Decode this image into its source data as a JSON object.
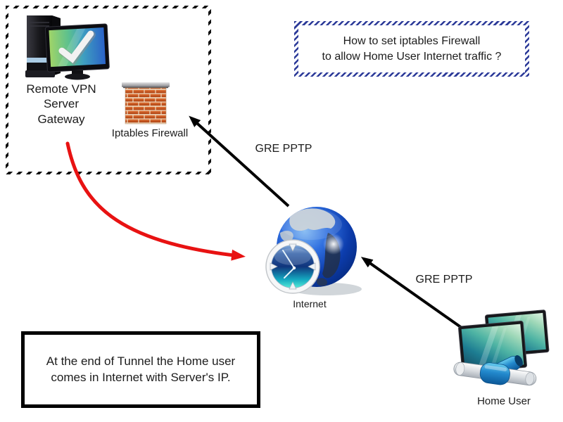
{
  "diagram": {
    "question_box": {
      "text": "How to set iptables Firewall\nto allow Home User Internet traffic ?",
      "border_color": "#2c3a98"
    },
    "note_box": {
      "text": "At the end of Tunnel the Home user\ncomes in Internet with Server's IP.",
      "border_color": "#000000"
    },
    "vpn_zone": {
      "server_label": "Remote VPN\nServer\nGateway",
      "firewall_label": "Iptables Firewall",
      "icons": {
        "server": "desktop-computer-with-checkmark",
        "firewall": "brick-wall"
      }
    },
    "internet": {
      "label": "Internet",
      "icon": "blue-globe-with-clock"
    },
    "home_user": {
      "label": "Home User",
      "icon": "dual-monitors-with-network-pipe"
    }
  },
  "arrows": [
    {
      "label": "GRE PPTP",
      "from": "Internet",
      "to": "Iptables Firewall",
      "style": "straight",
      "color": "#000000"
    },
    {
      "label": "GRE PPTP",
      "from": "Home User",
      "to": "Internet",
      "style": "straight",
      "color": "#000000"
    },
    {
      "label": "",
      "from": "Remote VPN Server Gateway",
      "to": "Internet",
      "style": "curved-tunnel",
      "color": "#e81212"
    }
  ],
  "colors": {
    "background": "#ffffff",
    "text": "#1c1c1c",
    "arrow_black": "#000000",
    "tunnel_red": "#e81212",
    "question_border_blue": "#2c3a98",
    "brick_orange": "#c0541c"
  }
}
